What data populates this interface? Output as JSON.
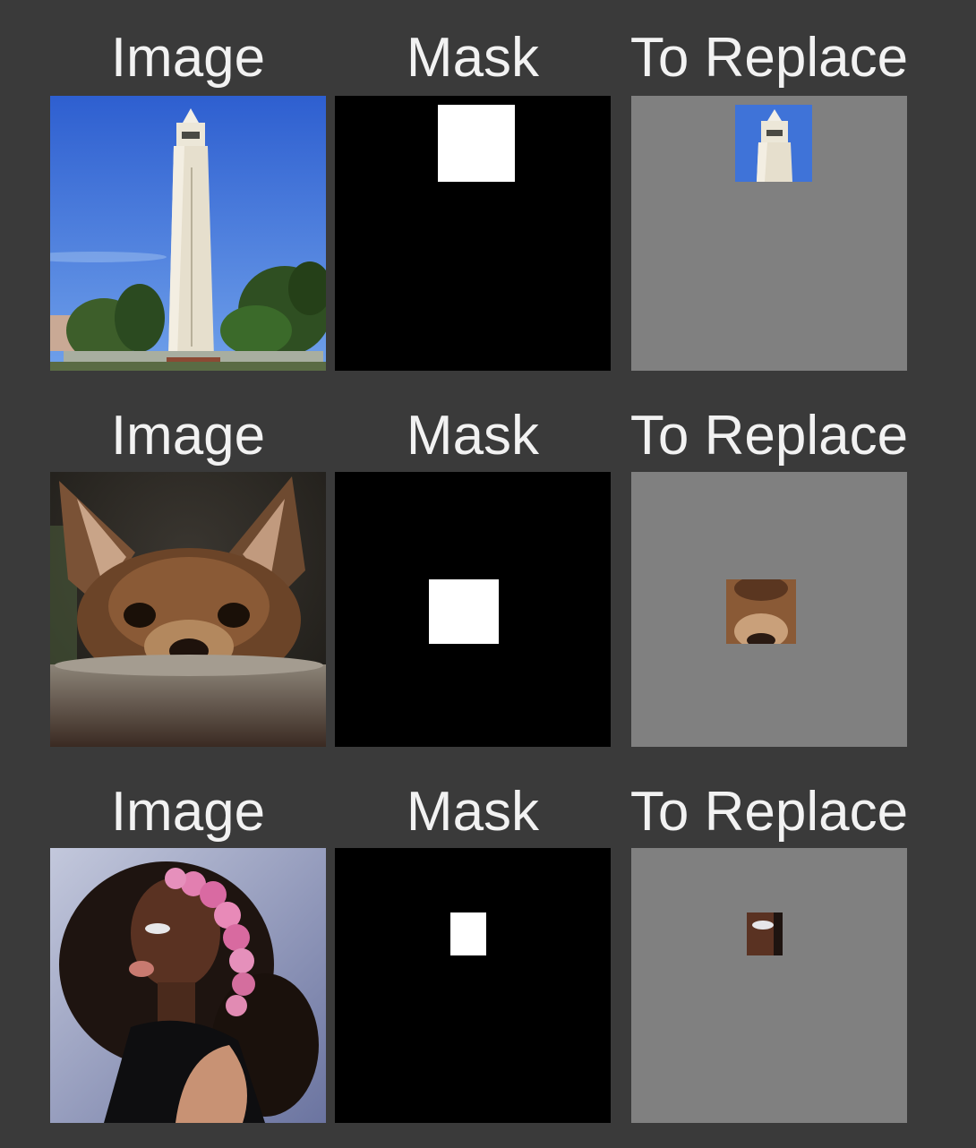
{
  "rows": [
    {
      "image_label": "Image",
      "mask_label": "Mask",
      "replace_label": "To Replace",
      "subject": "tower"
    },
    {
      "image_label": "Image",
      "mask_label": "Mask",
      "replace_label": "To Replace",
      "subject": "dog"
    },
    {
      "image_label": "Image",
      "mask_label": "Mask",
      "replace_label": "To Replace",
      "subject": "woman"
    }
  ],
  "colors": {
    "background": "#3a3a3a",
    "mask_black": "#000000",
    "mask_white": "#ffffff",
    "replace_gray": "#808080"
  }
}
